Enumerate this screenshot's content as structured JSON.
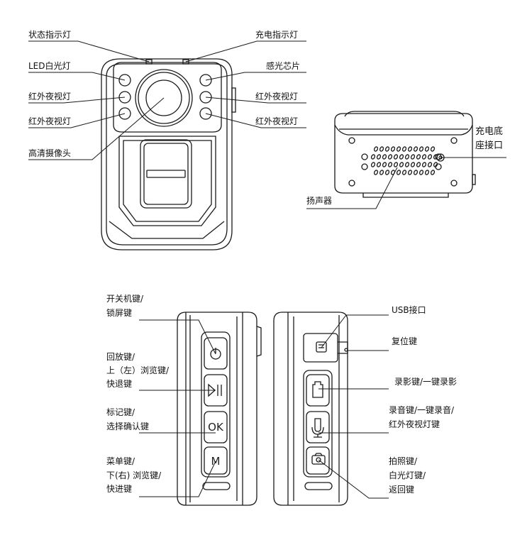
{
  "front_view": {
    "status_led": "状态指示灯",
    "charge_led": "充电指示灯",
    "led_white_light": "LED白光灯",
    "light_sensor": "感光芯片",
    "ir_left_1": "红外夜视灯",
    "ir_left_2": "红外夜视灯",
    "ir_right_1": "红外夜视灯",
    "ir_right_2": "红外夜视灯",
    "camera": "高清摄像头"
  },
  "bottom_view": {
    "charging_dock": [
      "充电底",
      "座接口"
    ],
    "speaker": "扬声器"
  },
  "left_side": {
    "power_key": [
      "开关机键/",
      "锁屏键"
    ],
    "playback_key": [
      "回放键/",
      "上（左）浏览键/",
      "快退键"
    ],
    "mark_key": [
      "标记键/",
      "选择确认键"
    ],
    "menu_key": [
      "菜单键/",
      "下(右) 浏览键/",
      "快进键"
    ],
    "ok_text": "OK",
    "m_text": "M"
  },
  "right_side": {
    "usb": "USB接口",
    "reset": "复位键",
    "record_key": "录影键/一键录影",
    "audio_key": [
      "录音键/一键录音/",
      "红外夜视灯键"
    ],
    "photo_key": [
      "拍照键/",
      "白光灯键/",
      "返回键"
    ]
  }
}
